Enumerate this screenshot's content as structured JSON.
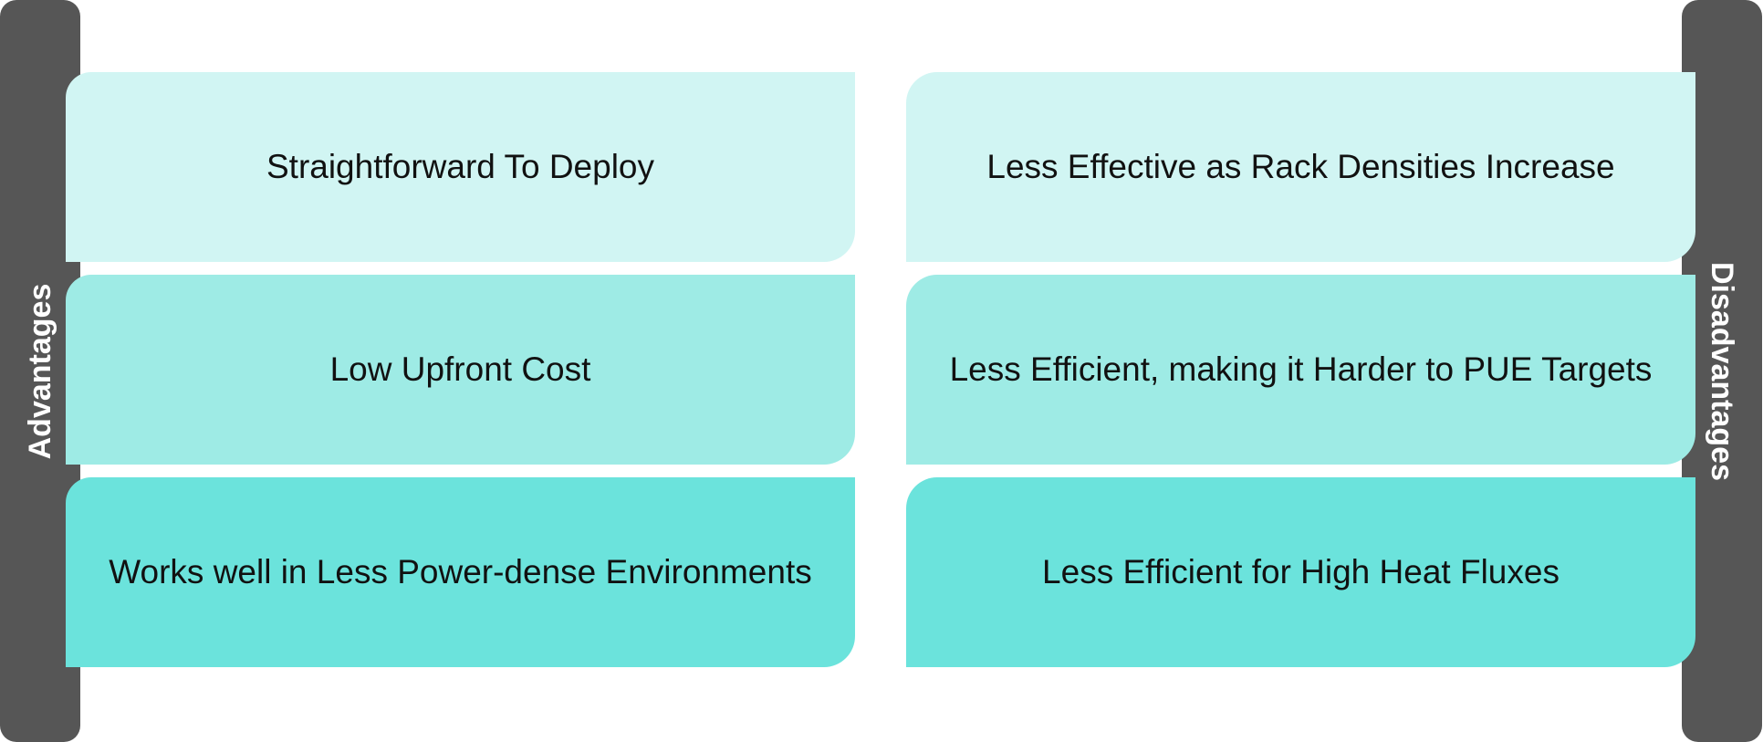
{
  "labels": {
    "advantages": "Advantages",
    "disadvantages": "Disadvantages"
  },
  "advantages": [
    {
      "text": "Straightforward To Deploy",
      "color": "#d1f5f3"
    },
    {
      "text": "Low Upfront Cost",
      "color": "#9eebe5"
    },
    {
      "text": "Works well in Less Power-dense Environments",
      "color": "#6be3dc"
    }
  ],
  "disadvantages": [
    {
      "text": "Less Effective as Rack Densities Increase",
      "color": "#d1f5f3"
    },
    {
      "text": "Less Efficient, making it Harder to PUE Targets",
      "color": "#9eebe5"
    },
    {
      "text": "Less Efficient for High Heat Fluxes",
      "color": "#6be3dc"
    }
  ],
  "colors": {
    "side_bar": "#565656",
    "text": "#111111",
    "label_text": "#ffffff"
  }
}
